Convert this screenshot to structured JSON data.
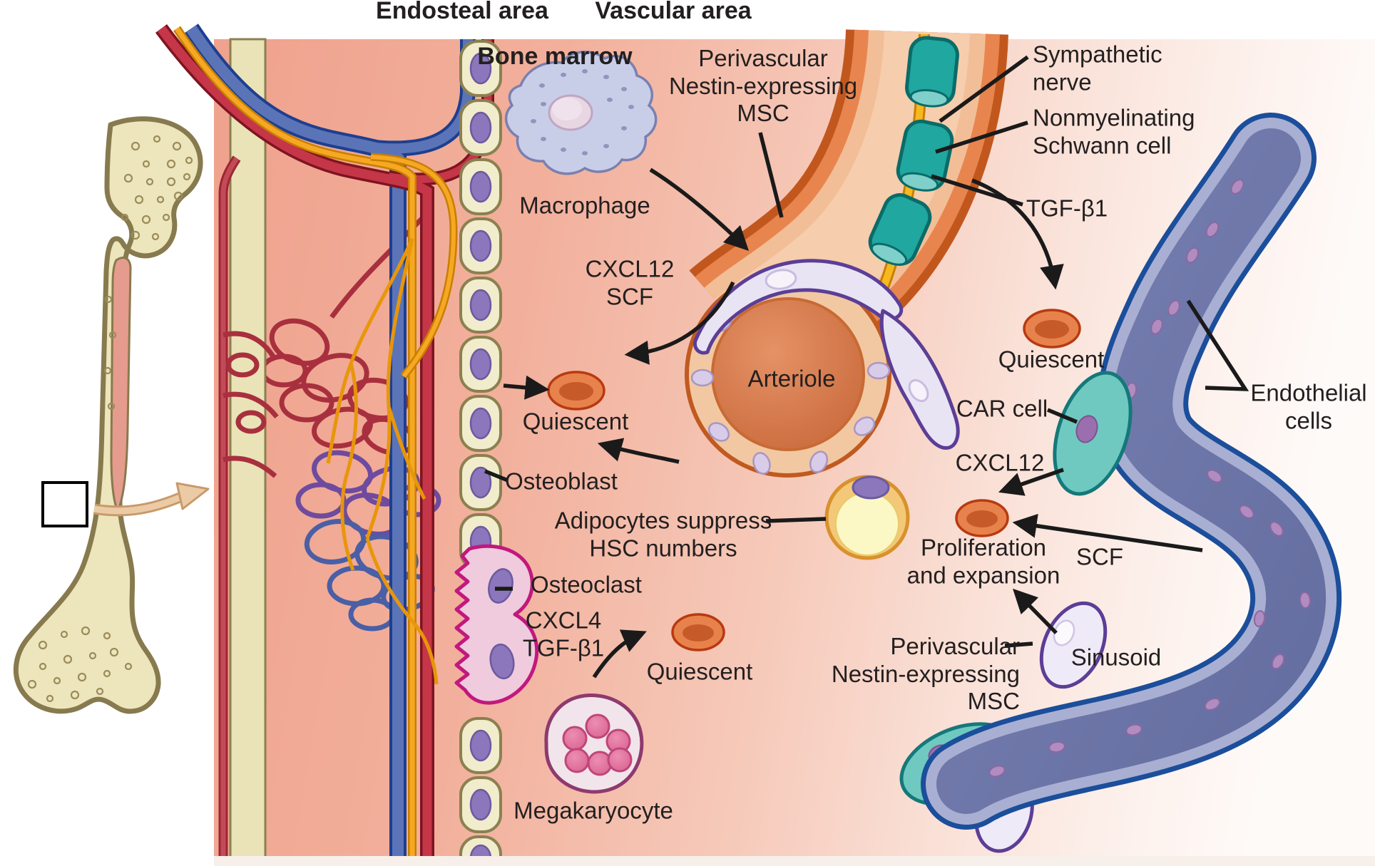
{
  "figure_titles": {
    "endosteal": "Endosteal area",
    "vascular": "Vascular area"
  },
  "labels": {
    "bone_marrow": "Bone marrow",
    "macrophage": "Macrophage",
    "msc_top": "Perivascular\nNestin-expressing\nMSC",
    "sympathetic_nerve": "Sympathetic\nnerve",
    "schwann_cell": "Nonmyelinating\nSchwann cell",
    "tgfb1_top": "TGF-β1",
    "quiescent_right": "Quiescent",
    "car_cell": "CAR cell",
    "cxcl12_right": "CXCL12",
    "proliferation": "Proliferation\nand expansion",
    "scf_right": "SCF",
    "msc_bottom": "Perivascular\nNestin-expressing\nMSC",
    "sinusoid": "Sinusoid",
    "endothelial": "Endothelial\ncells",
    "cxcl12_scf": "CXCL12\nSCF",
    "quiescent_left": "Quiescent",
    "osteoblast": "Osteoblast",
    "adipocytes": "Adipocytes suppress\nHSC numbers",
    "osteoclast": "Osteoclast",
    "cxcl4_tgfb1": "CXCL4\nTGF-β1",
    "quiescent_bottom": "Quiescent",
    "megakaryocyte": "Megakaryocyte",
    "arteriole": "Arteriole"
  },
  "palette": {
    "marrow_left": "#EFA28D",
    "marrow_right": "#FEFAF8",
    "bone_band": "#EAE3B8",
    "bone_outline": "#877A4E",
    "artery_red": "#C53648",
    "vein_blue": "#5B74B8",
    "nerve_yellow": "#F7A823",
    "schwann_teal": "#1FA7A0",
    "arteriole_wall": "#F2C8A2",
    "arteriole_lumen": "#D0703E",
    "sinusoid_lumen": "#6E76AC",
    "sinusoid_wall": "#A9AFD2",
    "sinusoid_outline": "#1B4E9B",
    "car_teal": "#6FC9C0",
    "msc_lavender": "#E9E4F4",
    "msc_outline": "#5B3E96",
    "hsc_red": "#E2743E",
    "adipocyte_yellow": "#FCF8C6",
    "megakaryocyte_pink": "#E06898",
    "osteoclast_magenta": "#C2187E",
    "nucleus_purple": "#8C76BC",
    "text": "#231F20"
  }
}
